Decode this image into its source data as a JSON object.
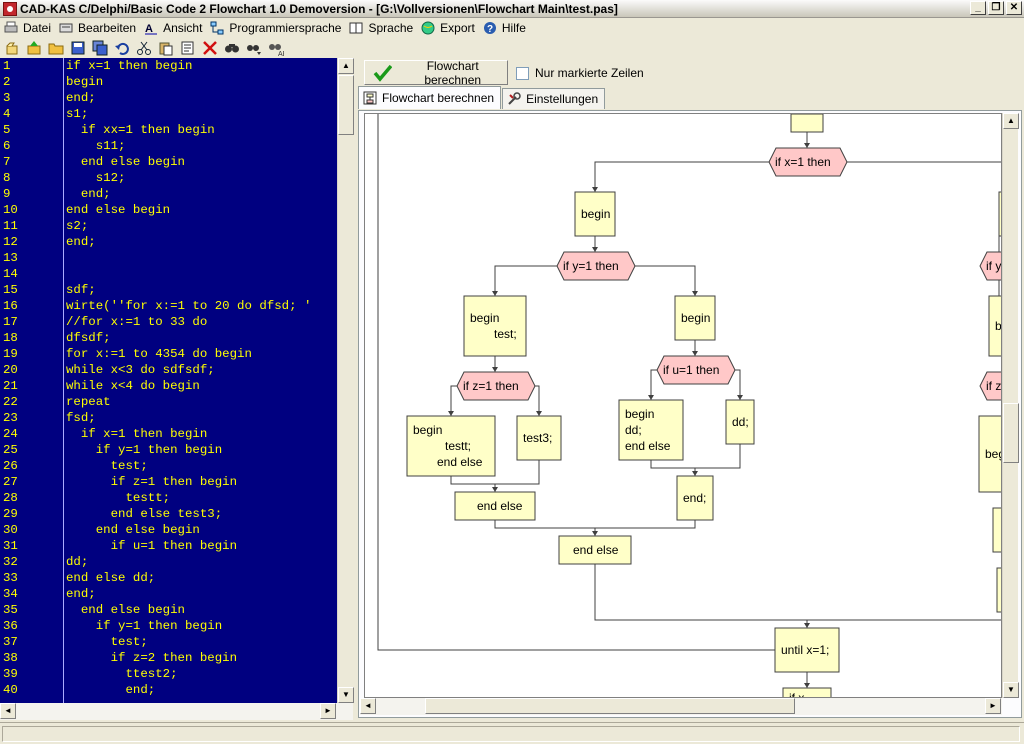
{
  "window": {
    "title": "CAD-KAS C/Delphi/Basic Code 2 Flowchart 1.0 Demoversion - [G:\\Vollversionen\\Flowchart Main\\test.pas]"
  },
  "menu": {
    "items": [
      {
        "label": "Datei",
        "icon": "printer-icon"
      },
      {
        "label": "Bearbeiten",
        "icon": "keyboard-icon"
      },
      {
        "label": "Ansicht",
        "icon": "font-icon"
      },
      {
        "label": "Programmiersprache",
        "icon": "network-icon"
      },
      {
        "label": "Sprache",
        "icon": "book-icon"
      },
      {
        "label": "Export",
        "icon": "globe-icon"
      },
      {
        "label": "Hilfe",
        "icon": "help-icon"
      }
    ]
  },
  "toolbar": {
    "icons": [
      "new-icon",
      "up-icon",
      "open-icon",
      "save-icon",
      "save-all-icon",
      "undo-icon",
      "cut-icon",
      "paste-icon",
      "properties-icon",
      "delete-icon",
      "find-icon",
      "find-next-icon",
      "replace-icon"
    ]
  },
  "editor": {
    "lines": [
      {
        "n": "1",
        "t": "if x=1 then begin"
      },
      {
        "n": "2",
        "t": "begin"
      },
      {
        "n": "3",
        "t": "end;"
      },
      {
        "n": "4",
        "t": "s1;"
      },
      {
        "n": "5",
        "t": "  if xx=1 then begin"
      },
      {
        "n": "6",
        "t": "    s11;"
      },
      {
        "n": "7",
        "t": "  end else begin"
      },
      {
        "n": "8",
        "t": "    s12;"
      },
      {
        "n": "9",
        "t": "  end;"
      },
      {
        "n": "10",
        "t": "end else begin"
      },
      {
        "n": "11",
        "t": "s2;"
      },
      {
        "n": "12",
        "t": "end;"
      },
      {
        "n": "13",
        "t": ""
      },
      {
        "n": "14",
        "t": ""
      },
      {
        "n": "15",
        "t": "sdf;"
      },
      {
        "n": "16",
        "t": "wirte(''for x:=1 to 20 do dfsd; '"
      },
      {
        "n": "17",
        "t": "//for x:=1 to 33 do"
      },
      {
        "n": "18",
        "t": "dfsdf;"
      },
      {
        "n": "19",
        "t": "for x:=1 to 4354 do begin"
      },
      {
        "n": "20",
        "t": "while x<3 do sdfsdf;"
      },
      {
        "n": "21",
        "t": "while x<4 do begin"
      },
      {
        "n": "22",
        "t": "repeat"
      },
      {
        "n": "23",
        "t": "fsd;"
      },
      {
        "n": "24",
        "t": "  if x=1 then begin"
      },
      {
        "n": "25",
        "t": "    if y=1 then begin"
      },
      {
        "n": "26",
        "t": "      test;"
      },
      {
        "n": "27",
        "t": "      if z=1 then begin"
      },
      {
        "n": "28",
        "t": "        testt;"
      },
      {
        "n": "29",
        "t": "      end else test3;"
      },
      {
        "n": "30",
        "t": "    end else begin"
      },
      {
        "n": "31",
        "t": "      if u=1 then begin"
      },
      {
        "n": "32",
        "t": "dd;"
      },
      {
        "n": "33",
        "t": "end else dd;"
      },
      {
        "n": "34",
        "t": "end;"
      },
      {
        "n": "35",
        "t": "  end else begin"
      },
      {
        "n": "36",
        "t": "    if y=1 then begin"
      },
      {
        "n": "37",
        "t": "      test;"
      },
      {
        "n": "38",
        "t": "      if z=2 then begin"
      },
      {
        "n": "39",
        "t": "        ttest2;"
      },
      {
        "n": "40",
        "t": "        end;"
      }
    ]
  },
  "controls": {
    "calc_button": "Flowchart berechnen",
    "only_marked_label": "Nur markierte Zeilen",
    "only_marked_checked": false
  },
  "tabs": [
    {
      "label": "Flowchart berechnen",
      "icon": "flowchart-icon",
      "active": true
    },
    {
      "label": "Einstellungen",
      "icon": "settings-icon",
      "active": false
    }
  ],
  "flowchart": {
    "nodes": [
      {
        "id": "if_x",
        "kind": "decision",
        "lines": [
          "if x=1 then"
        ]
      },
      {
        "id": "begin1",
        "kind": "process",
        "lines": [
          "begin"
        ]
      },
      {
        "id": "if_y",
        "kind": "decision",
        "lines": [
          "if y=1 then"
        ]
      },
      {
        "id": "begin_test",
        "kind": "process",
        "lines": [
          "begin",
          "test;"
        ]
      },
      {
        "id": "begin2",
        "kind": "process",
        "lines": [
          "begin"
        ]
      },
      {
        "id": "if_z",
        "kind": "decision",
        "lines": [
          "if z=1 then"
        ]
      },
      {
        "id": "if_u",
        "kind": "decision",
        "lines": [
          "if u=1 then"
        ]
      },
      {
        "id": "begin_testt",
        "kind": "process",
        "lines": [
          "begin",
          "testt;",
          "end else"
        ]
      },
      {
        "id": "test3",
        "kind": "process",
        "lines": [
          "test3;"
        ]
      },
      {
        "id": "begin_dd",
        "kind": "process",
        "lines": [
          "begin",
          "dd;",
          "end else"
        ]
      },
      {
        "id": "dd",
        "kind": "process",
        "lines": [
          "dd;"
        ]
      },
      {
        "id": "end_else1",
        "kind": "process",
        "lines": [
          "end else"
        ]
      },
      {
        "id": "end1",
        "kind": "process",
        "lines": [
          "end;"
        ]
      },
      {
        "id": "end_else2",
        "kind": "process",
        "lines": [
          "end else"
        ]
      },
      {
        "id": "until",
        "kind": "process",
        "lines": [
          "until x=1;"
        ]
      },
      {
        "id": "right_if_y",
        "kind": "decision",
        "lines": [
          "if y"
        ]
      },
      {
        "id": "right_b",
        "kind": "process",
        "lines": [
          "b"
        ]
      },
      {
        "id": "right_if_z",
        "kind": "decision",
        "lines": [
          "if z"
        ]
      },
      {
        "id": "right_beg",
        "kind": "process",
        "lines": [
          "beg"
        ]
      },
      {
        "id": "bottom_partial",
        "kind": "process",
        "lines": [
          "if x"
        ]
      }
    ],
    "colors": {
      "process": "#ffffc8",
      "decision": "#ffc8c8",
      "stroke": "#404040"
    }
  }
}
